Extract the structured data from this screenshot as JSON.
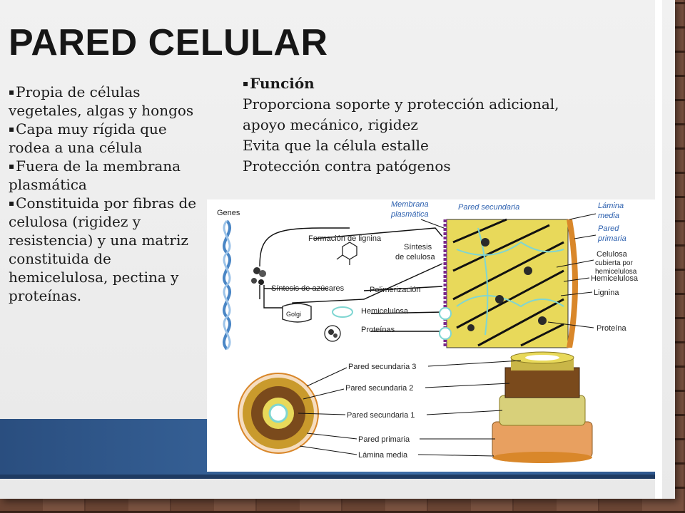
{
  "slide": {
    "title": "PARED CELULAR",
    "left_bullets": [
      "Propia de células vegetales, algas y hongos",
      "Capa muy rígida que rodea a una célula",
      "Fuera de la membrana plasmática",
      "Constituida por  fibras de celulosa  (rigidez y resistencia) y una matriz constituida  de hemicelulosa,  pectina y proteínas."
    ],
    "funcion": {
      "heading": "Función",
      "lines": [
        "Proporciona soporte y  protección adicional,",
        "apoyo  mecánico, rigidez",
        "Evita que la célula estalle",
        "Protección contra patógenos"
      ]
    }
  },
  "diagram": {
    "top": {
      "genes": "Genes",
      "membrana": "Membrana",
      "plasmatica": "plasmática",
      "pared_secundaria": "Pared secundaria",
      "lamina": "Lámina",
      "media": "media",
      "pared": "Pared",
      "primaria": "primaria",
      "formacion_lignina": "Formación de lignina",
      "sintesis": "Síntesis",
      "de_celulosa": "de celulosa",
      "celulosa": "Celulosa",
      "cubierta_por": "cubierta por",
      "hemicelulosa_small": "hemicelulosa",
      "hemicelulosa": "Hemicelulosa",
      "sintesis_azucares": "Síntesis de azúcares",
      "polimerizacion": "Polimerización",
      "lignina": "Lignina",
      "hemicelulosa_left": "Hemicelulosa",
      "golgi": "Golgi",
      "proteinas": "Proteínas",
      "proteina": "Proteína"
    },
    "bottom": {
      "pared_secundaria_3": "Pared secundaria 3",
      "pared_secundaria_2": "Pared secundaria 2",
      "pared_secundaria_1": "Pared secundaria 1",
      "pared_primaria": "Pared primaria",
      "lamina_media": "Lámina media"
    },
    "colors": {
      "wall_fill": "#e8d95a",
      "membrane": "#7a2a8a",
      "fiber": "#111111",
      "lamina_media": "#d9872a",
      "cyan_link": "#7fd6d2"
    }
  }
}
